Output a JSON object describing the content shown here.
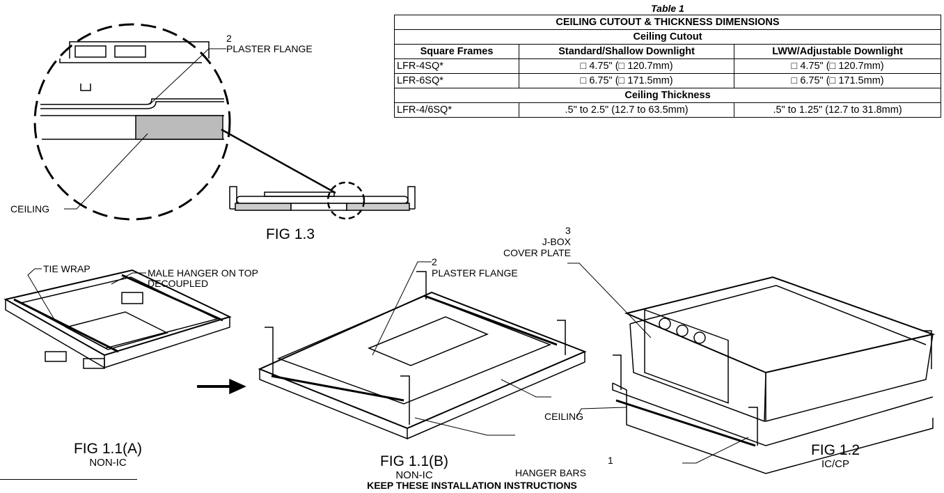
{
  "table": {
    "caption": "Table 1",
    "title": "CEILING CUTOUT & THICKNESS DIMENSIONS",
    "cutout_heading": "Ceiling Cutout",
    "columns": [
      "Square Frames",
      "Standard/Shallow Downlight",
      "LWW/Adjustable Downlight"
    ],
    "cutout_rows": [
      [
        "LFR-4SQ*",
        "□ 4.75\" (□ 120.7mm)",
        "□ 4.75\" (□ 120.7mm)"
      ],
      [
        "LFR-6SQ*",
        "□ 6.75\" (□ 171.5mm)",
        "□ 6.75\" (□ 171.5mm)"
      ]
    ],
    "thickness_heading": "Ceiling Thickness",
    "thickness_rows": [
      [
        "LFR-4/6SQ*",
        ".5\" to 2.5\" (12.7 to 63.5mm)",
        ".5\" to 1.25\" (12.7 to 31.8mm)"
      ]
    ]
  },
  "labels": {
    "detail_num": "2",
    "detail_plaster": "PLASTER FLANGE",
    "ceiling_detail": "CEILING",
    "tie_wrap": "TIE WRAP",
    "male_hanger_1": "MALE HANGER ON TOP",
    "male_hanger_2": "DECOUPLED",
    "flange_num": "2",
    "flange_label": "PLASTER FLANGE",
    "jbox_num": "3",
    "jbox_1": "J-BOX",
    "jbox_2": "COVER PLATE",
    "ceiling_main": "CEILING",
    "hanger_num": "1",
    "hanger_label": "HANGER BARS"
  },
  "figures": {
    "fig13": "FIG 1.3",
    "fig11a": "FIG 1.1(A)",
    "fig11a_sub": "NON-IC",
    "fig11b": "FIG 1.1(B)",
    "fig11b_sub": "NON-IC",
    "fig12": "FIG 1.2",
    "fig12_sub": "IC/CP"
  },
  "footer": "KEEP THESE INSTALLATION INSTRUCTIONS"
}
